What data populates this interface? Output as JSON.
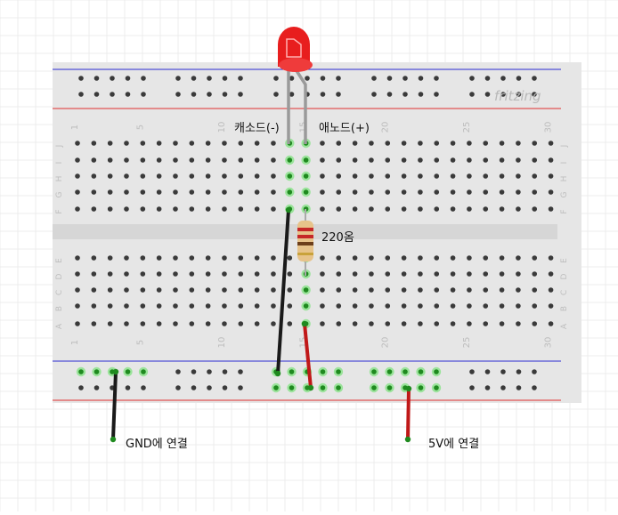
{
  "labels": {
    "cathode": "캐소드(-)",
    "anode": "애노드(+)",
    "resistor": "220옴",
    "gnd": "GND에 연결",
    "vcc": "5V에 연결"
  },
  "logo": "fritzing",
  "column_numbers": [
    "1",
    "5",
    "10",
    "15",
    "20",
    "25",
    "30"
  ],
  "row_letters_top": [
    "J",
    "I",
    "H",
    "G",
    "F"
  ],
  "row_letters_bottom": [
    "E",
    "D",
    "C",
    "B",
    "A"
  ],
  "colors": {
    "board": "#e6e6e6",
    "channel": "#d9d9d9",
    "hole": "#3a3a3a",
    "hole_active": "#1f8a1f",
    "hole_glow": "#9be39b",
    "rail_blue": "#2b2bd1",
    "rail_red": "#e03030",
    "wire_black": "#1a1a1a",
    "wire_red": "#c01818",
    "led": "#e81e1e",
    "lead": "#9a9a9a",
    "resistor_body": "#e7c38a",
    "grid": "#ececec"
  }
}
